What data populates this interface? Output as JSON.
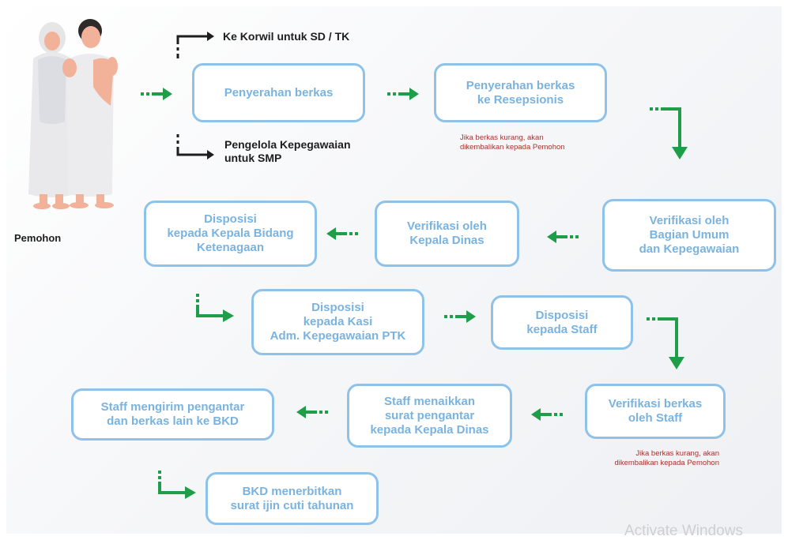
{
  "applicant": {
    "label": "Pemohon"
  },
  "routes": {
    "korwil": "Ke Korwil untuk SD / TK",
    "smp": "Pengelola Kepegawaian\nuntuk SMP"
  },
  "steps": [
    "Penyerahan berkas",
    "Penyerahan berkas\nke Resepsionis",
    "Verifikasi oleh\nBagian Umum\ndan Kepegawaian",
    "Verifikasi oleh\nKepala Dinas",
    "Disposisi\nkepada Kepala Bidang\nKetenagaan",
    "Disposisi\nkepada Kasi\nAdm. Kepegawaian PTK",
    "Disposisi\nkepada Staff",
    "Verifikasi berkas\noleh Staff",
    "Staff menaikkan\nsurat pengantar\nkepada Kepala Dinas",
    "Staff mengirim pengantar\ndan berkas lain ke BKD",
    "BKD menerbitkan\nsurat ijin cuti tahunan"
  ],
  "notes": {
    "receptionist_return": "Jika berkas kurang, akan\ndikembalikan kepada Pemohon",
    "staff_return": "Jika berkas kurang, akan\ndikembalikan kepada Pemohon"
  },
  "watermark": "Activate Windows",
  "colors": {
    "box_border": "#8ec2e8",
    "box_text": "#7ab3df",
    "arrow": "#1f9e4a",
    "note": "#a3342b",
    "route_arrow": "#1e1e1e"
  },
  "icons": [
    "arrow-right-icon",
    "arrow-left-icon",
    "arrow-down-icon",
    "elbow-arrow-icon",
    "pilgrim-couple-illustration"
  ]
}
